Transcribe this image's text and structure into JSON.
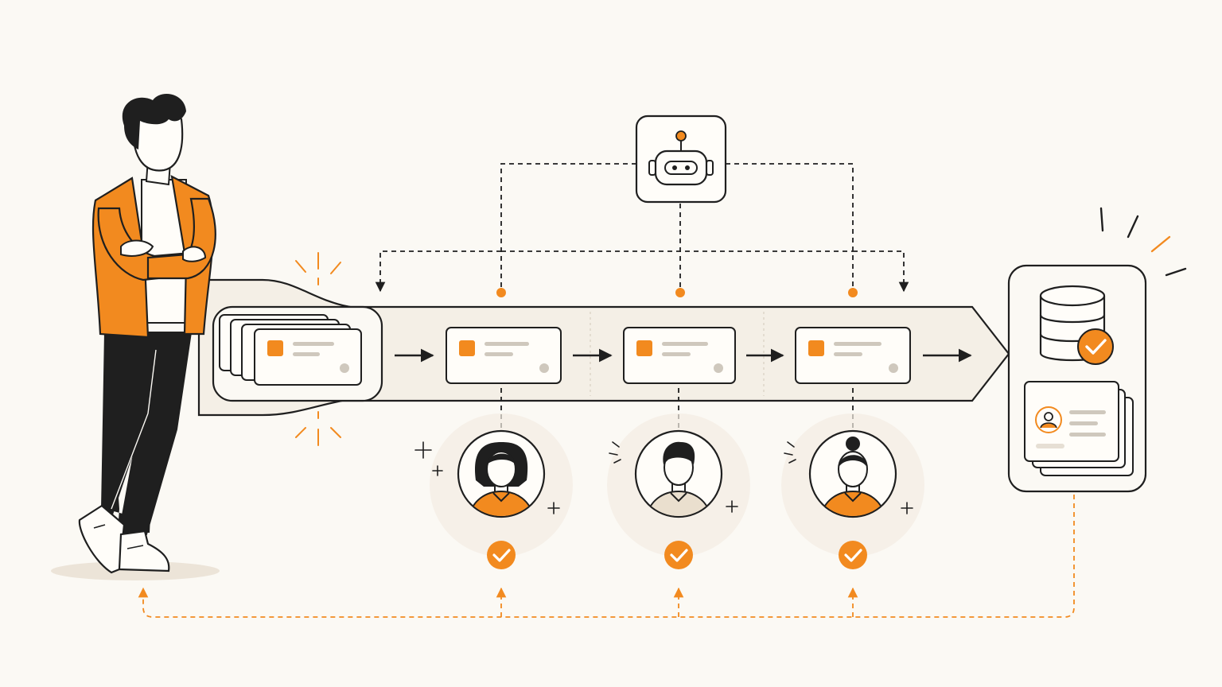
{
  "colors": {
    "background": "#fbf9f4",
    "accent": "#f28a1f",
    "ink": "#1f1f1f",
    "pipe_fill": "#f4efe6",
    "card_fill": "#fffdf9",
    "placeholder_line": "#cfc8bd",
    "halo": "#f3ede3"
  },
  "diagram": {
    "orchestrator_icon": "robot-icon",
    "intake_icon": "card-stack-icon",
    "stages": [
      {
        "card_icon": "task-card-icon",
        "reviewer_icon": "reviewer-woman-bob-icon",
        "status_icon": "check-circle-icon"
      },
      {
        "card_icon": "task-card-icon",
        "reviewer_icon": "reviewer-man-icon",
        "status_icon": "check-circle-icon"
      },
      {
        "card_icon": "task-card-icon",
        "reviewer_icon": "reviewer-woman-bun-icon",
        "status_icon": "check-circle-icon"
      }
    ],
    "output_icons": [
      "database-icon",
      "check-circle-icon",
      "profile-card-icon"
    ],
    "person_icon": "person-arms-crossed-icon",
    "connectors": {
      "flow": "solid-arrow",
      "orchestration": "dashed-black",
      "feedback": "dashed-orange"
    }
  }
}
